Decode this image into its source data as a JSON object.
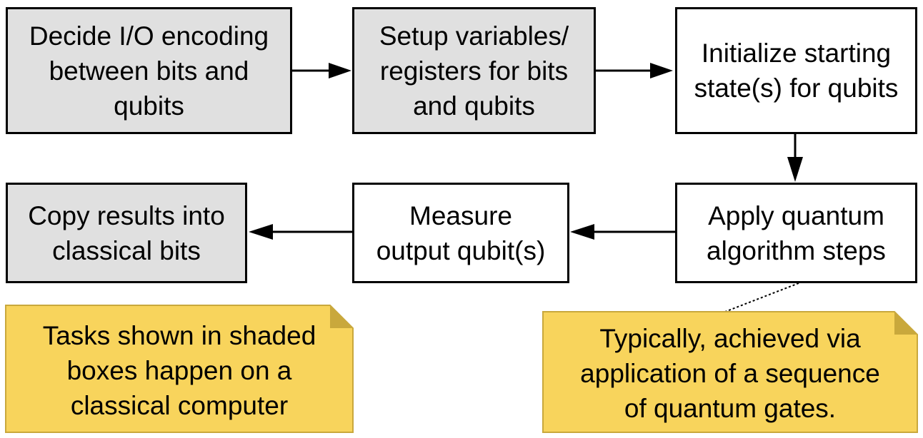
{
  "steps": {
    "decide": "Decide I/O encoding\nbetween bits and\nqubits",
    "setup": "Setup variables/\nregisters for bits\nand qubits",
    "initialize": "Initialize starting\nstate(s) for qubits",
    "apply": "Apply quantum\nalgorithm steps",
    "measure": "Measure\noutput qubit(s)",
    "copy": "Copy results into\nclassical bits"
  },
  "notes": {
    "shaded_legend": "Tasks shown in shaded\nboxes happen on a\nclassical computer",
    "gates": "Typically, achieved via\napplication of a sequence\nof quantum gates."
  },
  "colors": {
    "shaded_box": "#e0e0e0",
    "plain_box": "#ffffff",
    "note_fill": "#f8d45c",
    "note_fold": "#c9a83c",
    "border": "#000000"
  }
}
